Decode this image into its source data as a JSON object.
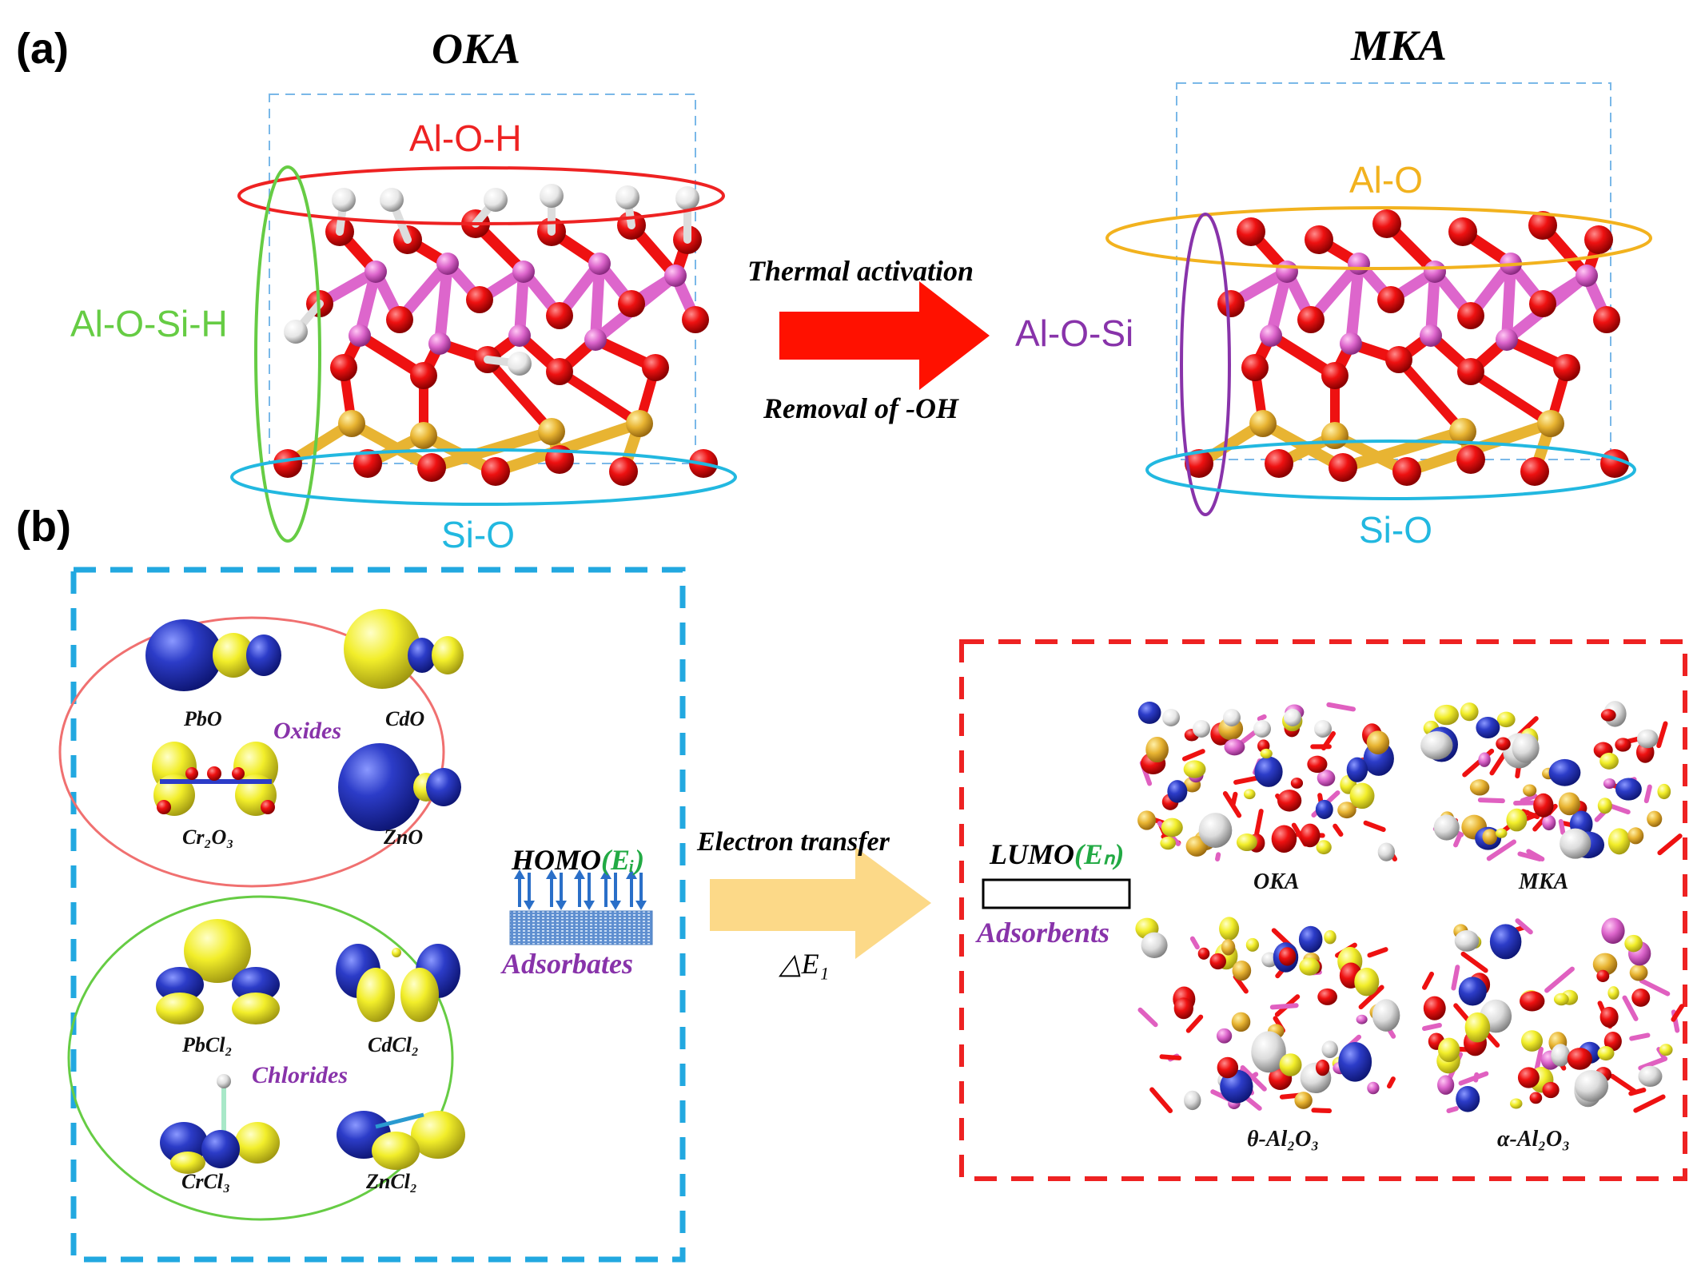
{
  "panel_a": {
    "letter": "(a)",
    "left_title": "OKA",
    "right_title": "MKA",
    "left_labels": {
      "top": "Al-O-H",
      "side": "Al-O-Si-H",
      "bottom": "Si-O"
    },
    "right_labels": {
      "top": "Al-O",
      "side": "Al-O-Si",
      "bottom": "Si-O"
    },
    "arrow_top_text": "Thermal activation",
    "arrow_bottom_text": "Removal of -OH"
  },
  "panel_b": {
    "letter": "(b)",
    "oxides": {
      "title": "Oxides",
      "items": [
        "PbO",
        "CdO",
        "Cr₂O₃",
        "ZnO"
      ]
    },
    "chlorides": {
      "title": "Chlorides",
      "items": [
        "PbCl₂",
        "CdCl₂",
        "CrCl₃",
        "ZnCl₂"
      ]
    },
    "homo": {
      "prefix": "HOMO",
      "energy": "(Eᵢ)",
      "caption": "Adsorbates"
    },
    "arrow_top_text": "Electron transfer",
    "arrow_bottom_text": "△E₁",
    "lumo": {
      "prefix": "LUMO",
      "energy": "(Eₙ)",
      "caption": "Adsorbents"
    },
    "adsorbents": [
      "OKA",
      "MKA",
      "θ-Al₂O₃",
      "α-Al₂O₃"
    ]
  },
  "colors": {
    "oxygen": "#ee1111",
    "aluminum": "#dd66cc",
    "silicon": "#e8b432",
    "hydrogen": "#f2f2f2",
    "orbital_blue": "#2c3cc8",
    "orbital_yellow": "#f2ee2a",
    "red_label": "#ee2222",
    "green_label": "#66cc44",
    "cyan_label": "#22b8e0",
    "orange_label": "#f2b21e",
    "purple_label": "#8833aa",
    "energy_green": "#22aa44",
    "arrow_red": "#ff1100",
    "arrow_yellow": "#fcd988"
  }
}
